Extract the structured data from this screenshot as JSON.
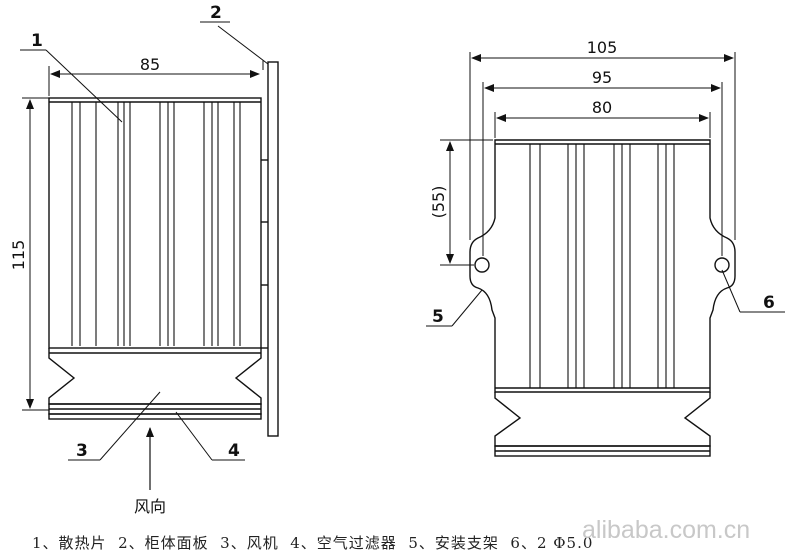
{
  "left_view": {
    "dim_width": "85",
    "dim_height": "115",
    "airflow_label": "风向",
    "callouts": {
      "c1": "1",
      "c2": "2",
      "c3": "3",
      "c4": "4"
    }
  },
  "right_view": {
    "dim_outer": "105",
    "dim_middle": "95",
    "dim_inner": "80",
    "dim_ref": "(55)",
    "callouts": {
      "c5": "5",
      "c6": "6"
    }
  },
  "legend": "1、散热片  2、柜体面板  3、风机  4、空气过滤器  5、安装支架  6、2 Φ5.0",
  "watermark": "alibaba.com.cn"
}
